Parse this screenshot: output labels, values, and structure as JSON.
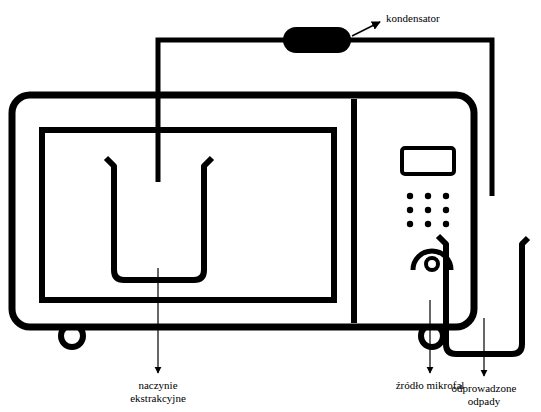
{
  "diagram": {
    "labels": [
      "kondensator",
      "naczynie ekstrakcyjne",
      "źródło mikrofal",
      "odprowadzone odpady"
    ]
  }
}
